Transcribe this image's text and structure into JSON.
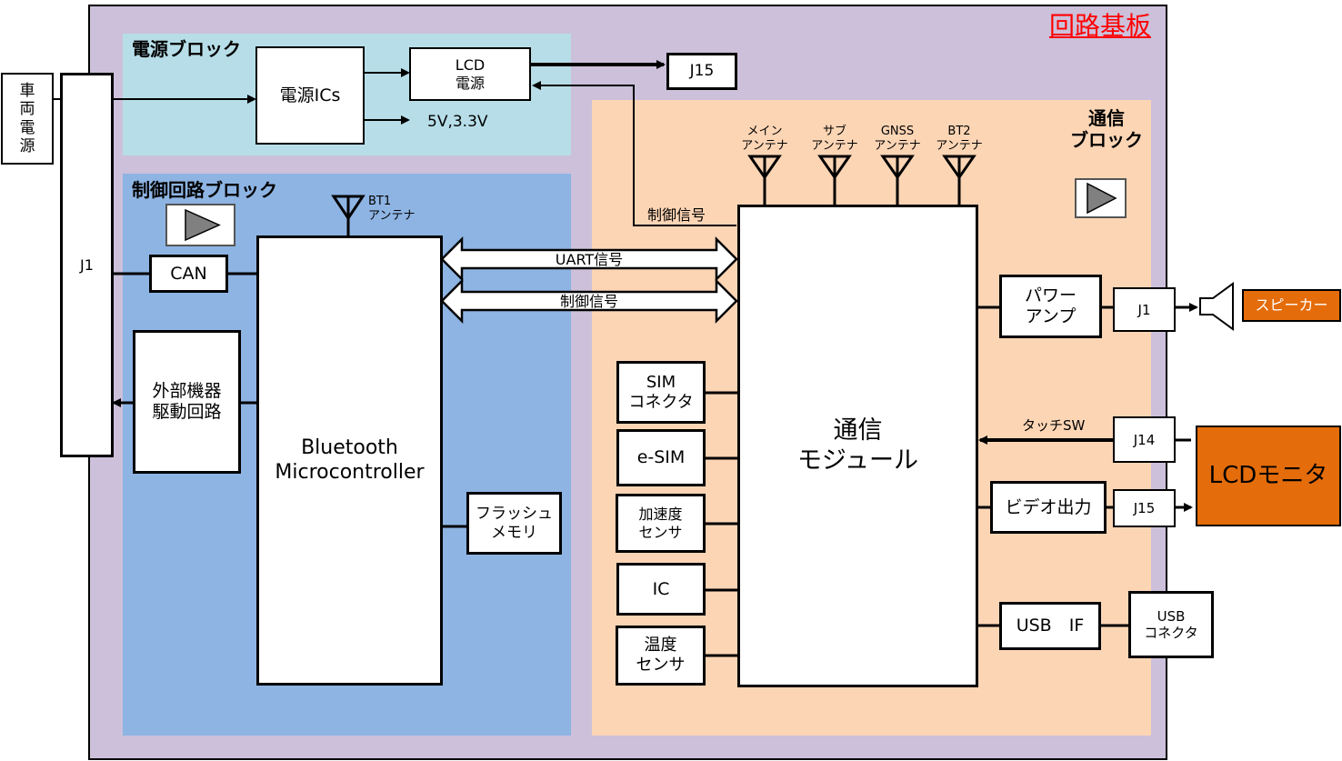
{
  "board": {
    "title": "回路基板"
  },
  "external": {
    "vehicle_power": "車\n両\n電\n源",
    "speaker": "スピーカー",
    "lcd_monitor": "LCDモニタ",
    "usb_connector": "USB\nコネクタ",
    "j15_top": "J15"
  },
  "j1_main": "J1",
  "power_block": {
    "title": "電源ブロック",
    "power_ics": "電源ICs",
    "lcd_power": "LCD\n電源",
    "voltages": "5V,3.3V"
  },
  "control_block": {
    "title": "制御回路ブロック",
    "can": "CAN",
    "external_driver": "外部機器\n駆動回路",
    "mcu": "Bluetooth\nMicrocontroller",
    "flash": "フラッシュ\nメモリ",
    "bt1_antenna": "BT1\nアンテナ"
  },
  "comm_block": {
    "title": "通信\nブロック",
    "module": "通信\nモジュール",
    "antennas": [
      "メイン\nアンテナ",
      "サブ\nアンテナ",
      "GNSS\nアンテナ",
      "BT2\nアンテナ"
    ],
    "sim": "SIM\nコネクタ",
    "esim": "e-SIM",
    "accel": "加速度\nセンサ",
    "ic": "IC",
    "temp": "温度\nセンサ",
    "power_amp": "パワー\nアンプ",
    "j1": "J1",
    "j14": "J14",
    "j15": "J15",
    "video_out": "ビデオ出力",
    "usb_if": "USB　IF",
    "touch_sw": "タッチSW"
  },
  "signals": {
    "uart": "UART信号",
    "control": "制御信号",
    "control_lcd": "制御信号"
  },
  "colors": {
    "board_bg": "#ccc0da",
    "power_bg": "#b7dee8",
    "control_bg": "#8eb4e3",
    "comm_bg": "#fcd5b5",
    "external_orange": "#e46c0a",
    "title_red": "#ff0000"
  }
}
